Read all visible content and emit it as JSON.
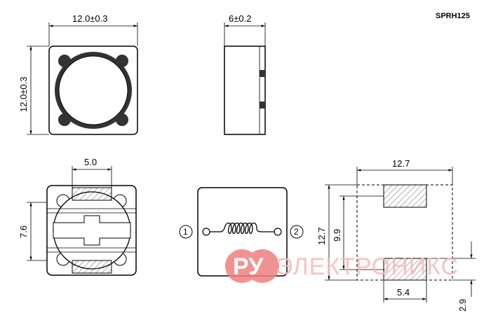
{
  "model": "SPRH125",
  "dimensions": {
    "top_width": "12.0±0.3",
    "top_height": "12.0±0.3",
    "side_width": "6±0.2",
    "bottom_pad_spacing": "5.0",
    "bottom_height": "7.6",
    "land_width": "12.7",
    "land_height": "12.7",
    "land_inner": "9.9",
    "pad_width": "5.4",
    "pad_height": "2.9"
  },
  "pins": {
    "pin1": "1",
    "pin2": "2"
  },
  "watermark": {
    "part1": "РУ",
    "part2": "ЭЛЕКТРОНИКС"
  },
  "colors": {
    "line": "#000000",
    "fill_dark": "#333333",
    "watermark": "#ef8080"
  }
}
